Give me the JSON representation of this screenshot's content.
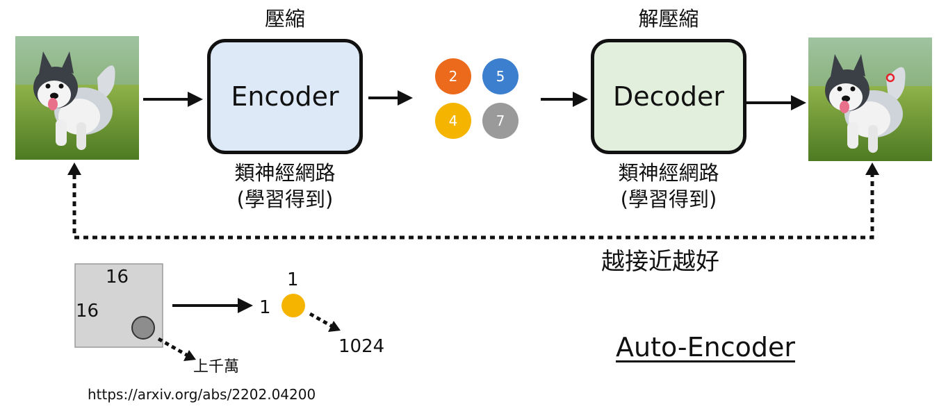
{
  "compress_label": "壓縮",
  "decompress_label": "解壓縮",
  "encoder": {
    "label": "Encoder",
    "caption_line1": "類神經網路",
    "caption_line2": "(學習得到)",
    "fill": "#dde9f6"
  },
  "decoder": {
    "label": "Decoder",
    "caption_line1": "類神經網路",
    "caption_line2": "(學習得到)",
    "fill": "#e2efdc"
  },
  "tokens": [
    {
      "value": "2",
      "color": "#ec6a1c"
    },
    {
      "value": "5",
      "color": "#3d7fcf"
    },
    {
      "value": "4",
      "color": "#f5b400"
    },
    {
      "value": "7",
      "color": "#9a9a9a"
    }
  ],
  "feedback_label": "越接近越好",
  "patch": {
    "width_label": "16",
    "height_label": "16",
    "count_label": "上千萬"
  },
  "token_detail": {
    "top_label": "1",
    "left_label": "1",
    "count_label": "1024",
    "color": "#f5b400"
  },
  "title": "Auto-Encoder",
  "citation": "https://arxiv.org/abs/2202.04200",
  "images": {
    "input": "husky-photo-input",
    "output": "husky-photo-output"
  }
}
